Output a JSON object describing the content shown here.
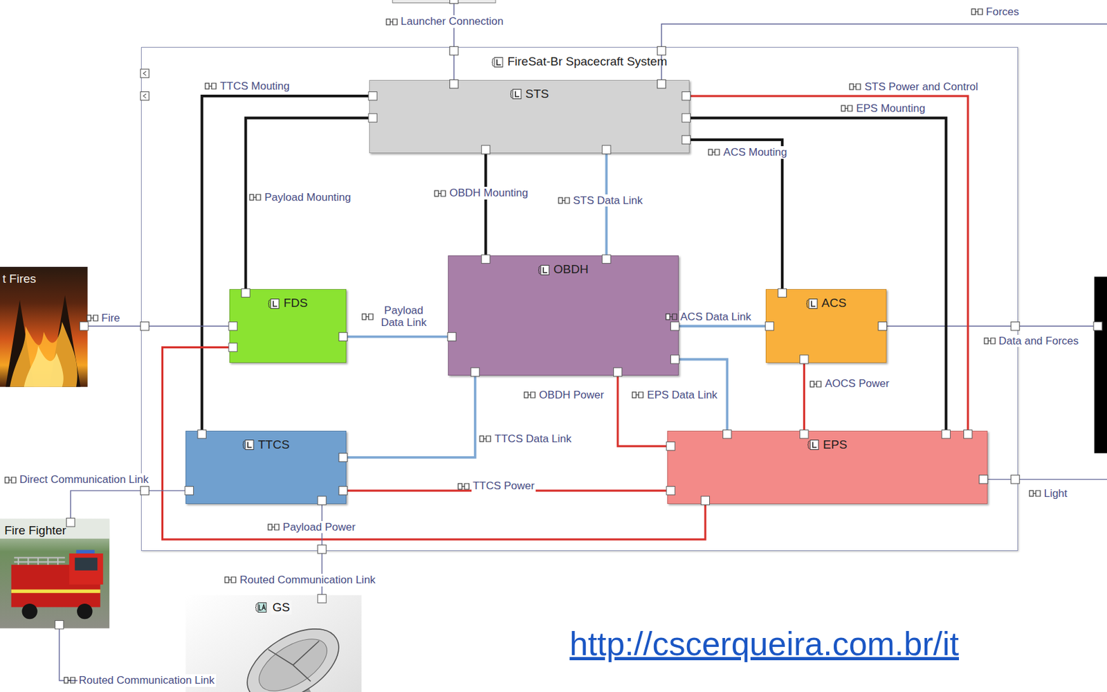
{
  "diagram": {
    "nodes": [
      {
        "text": [
          "FireSat-Br Spacecraft System"
        ]
      },
      {
        "text": [
          "STS"
        ],
        "in": 0
      },
      {
        "text": [
          "FDS"
        ],
        "in": 0
      },
      {
        "text": [
          "OBDH"
        ],
        "in": 0
      },
      {
        "text": [
          "ACS"
        ],
        "in": 0
      },
      {
        "text": [
          "TTCS"
        ],
        "in": 0
      },
      {
        "text": [
          "EPS"
        ],
        "in": 0
      },
      {
        "text": [
          "t Fires"
        ]
      },
      {
        "text": [
          "Fire Fighter"
        ]
      },
      {
        "text": [
          "GS"
        ]
      }
    ],
    "edges": [
      {
        "from": 1,
        "to": 5,
        "arrow": "none",
        "label": "TTCS Mouting"
      },
      {
        "from": 1,
        "to": 2,
        "arrow": "none",
        "label": "Payload Mounting"
      },
      {
        "from": 1,
        "to": 3,
        "arrow": "none",
        "label": "OBDH Mounting"
      },
      {
        "from": 1,
        "to": 3,
        "arrow": "none",
        "label": "STS Data Link"
      },
      {
        "from": 1,
        "to": 6,
        "arrow": "none",
        "label": "STS Power and Control"
      },
      {
        "from": 1,
        "to": 6,
        "arrow": "none",
        "label": "EPS Mounting"
      },
      {
        "from": 1,
        "to": 4,
        "arrow": "none",
        "label": "ACS Mouting"
      },
      {
        "from": 7,
        "to": 2,
        "arrow": "none",
        "label": "Fire"
      },
      {
        "from": 2,
        "to": 3,
        "arrow": "none",
        "label": "Payload Data Link"
      },
      {
        "from": 3,
        "to": 4,
        "arrow": "none",
        "label": "ACS Data Link"
      },
      {
        "from": 3,
        "to": 6,
        "arrow": "none",
        "label": "EPS Data Link"
      },
      {
        "from": 3,
        "to": 5,
        "arrow": "none",
        "label": "TTCS Data Link"
      },
      {
        "from": 6,
        "to": 3,
        "arrow": "none",
        "label": "OBDH Power"
      },
      {
        "from": 6,
        "to": 4,
        "arrow": "none",
        "label": "AOCS Power"
      },
      {
        "from": 6,
        "to": 5,
        "arrow": "none",
        "label": "TTCS Power"
      },
      {
        "from": 6,
        "to": 2,
        "arrow": "none",
        "label": "Payload Power"
      },
      {
        "from": 5,
        "to": 8,
        "arrow": "none",
        "label": "Direct Communication Link"
      },
      {
        "from": 5,
        "to": 9,
        "arrow": "none",
        "label": "Routed Communication Link"
      },
      {
        "from": 8,
        "to": 9,
        "arrow": "none",
        "label": "Routed Communication Link"
      }
    ],
    "labels": [
      "Launcher Connection",
      "Forces",
      "Data and Forces",
      "Light",
      "http://cscerqueira.com.br/it"
    ]
  }
}
